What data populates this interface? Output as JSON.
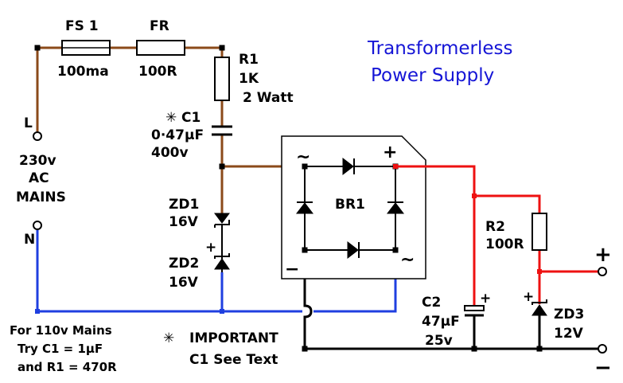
{
  "title": {
    "line1": "Transformerless",
    "line2": "Power Supply",
    "color": "#1515d6"
  },
  "wire_colors": {
    "live": "#8b4a1a",
    "neutral": "#1f3fe0",
    "positive_dc": "#ee1111",
    "ground": "#000000"
  },
  "components": {
    "fs1": {
      "name": "FS 1",
      "value": "100ma"
    },
    "fr": {
      "name": "FR",
      "value": "100R"
    },
    "r1": {
      "name": "R1",
      "value": "1K",
      "rating": "2 Watt"
    },
    "c1": {
      "name": "C1",
      "value": "0·47μF",
      "rating": "400v",
      "marker": "✳"
    },
    "zd1": {
      "name": "ZD1",
      "value": "16V"
    },
    "zd2": {
      "name": "ZD2",
      "value": "16V"
    },
    "br1": {
      "name": "BR1"
    },
    "r2": {
      "name": "R2",
      "value": "100R"
    },
    "c2": {
      "name": "C2",
      "value": "47μF",
      "rating": "25v"
    },
    "zd3": {
      "name": "ZD3",
      "value": "12V"
    }
  },
  "terminals": {
    "live": "L",
    "neutral": "N",
    "mains_line1": "230v",
    "mains_line2": "AC",
    "mains_line3": "MAINS",
    "out_pos": "+",
    "out_neg": "−"
  },
  "bridge_marks": {
    "ac_top": "~",
    "ac_bottom": "~",
    "plus": "+",
    "minus": "−"
  },
  "polarity": {
    "zd2_plus": "+",
    "c2_plus": "+",
    "zd3_plus": "+"
  },
  "notes": {
    "mains110_line1": "For 110v Mains",
    "mains110_line2": "Try C1 = 1μF",
    "mains110_line3": "and R1 = 470R",
    "important_marker": "✳",
    "important_line1": "IMPORTANT",
    "important_line2": "C1 See Text"
  }
}
